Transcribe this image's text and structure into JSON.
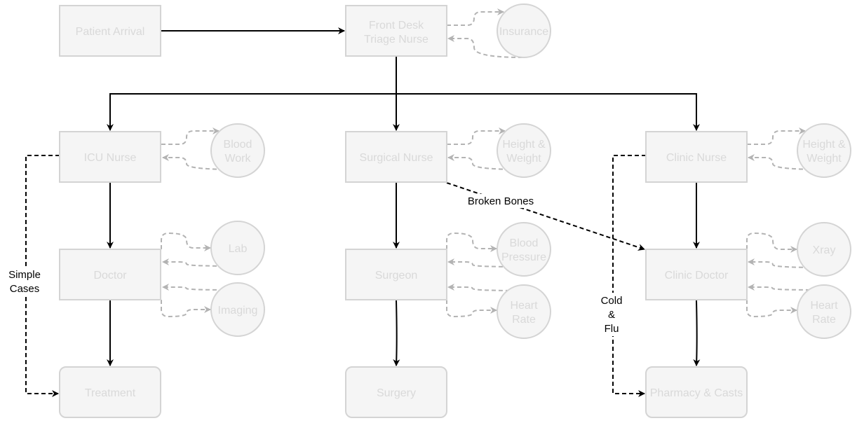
{
  "nodes": {
    "patient_arrival": "Patient Arrival",
    "front_desk": [
      "Front Desk",
      "Triage Nurse"
    ],
    "insurance": "Insurance",
    "icu_nurse": "ICU Nurse",
    "blood_work": [
      "Blood",
      "Work"
    ],
    "surgical_nurse": "Surgical Nurse",
    "height_weight_surgical": [
      "Height &",
      "Weight"
    ],
    "clinic_nurse": "Clinic Nurse",
    "height_weight_clinic": [
      "Height &",
      "Weight"
    ],
    "doctor": "Doctor",
    "lab": "Lab",
    "imaging": "Imaging",
    "surgeon": "Surgeon",
    "blood_pressure": [
      "Blood",
      "Pressure"
    ],
    "heart_rate_surgeon": [
      "Heart",
      "Rate"
    ],
    "clinic_doctor": "Clinic Doctor",
    "xray": "Xray",
    "heart_rate_clinic": [
      "Heart",
      "Rate"
    ],
    "treatment": "Treatment",
    "surgery": "Surgery",
    "pharmacy": "Pharmacy & Casts"
  },
  "edge_labels": {
    "broken_bones": "Broken Bones",
    "simple_cases": [
      "Simple",
      "Cases"
    ],
    "cold_flu": [
      "Cold",
      "&",
      "Flu"
    ]
  },
  "colors": {
    "node_fill": "#f5f5f5",
    "node_stroke": "#d4d4d4",
    "node_text": "#d9d9d9",
    "edge_primary": "#000000",
    "edge_secondary": "#b3b3b3"
  }
}
